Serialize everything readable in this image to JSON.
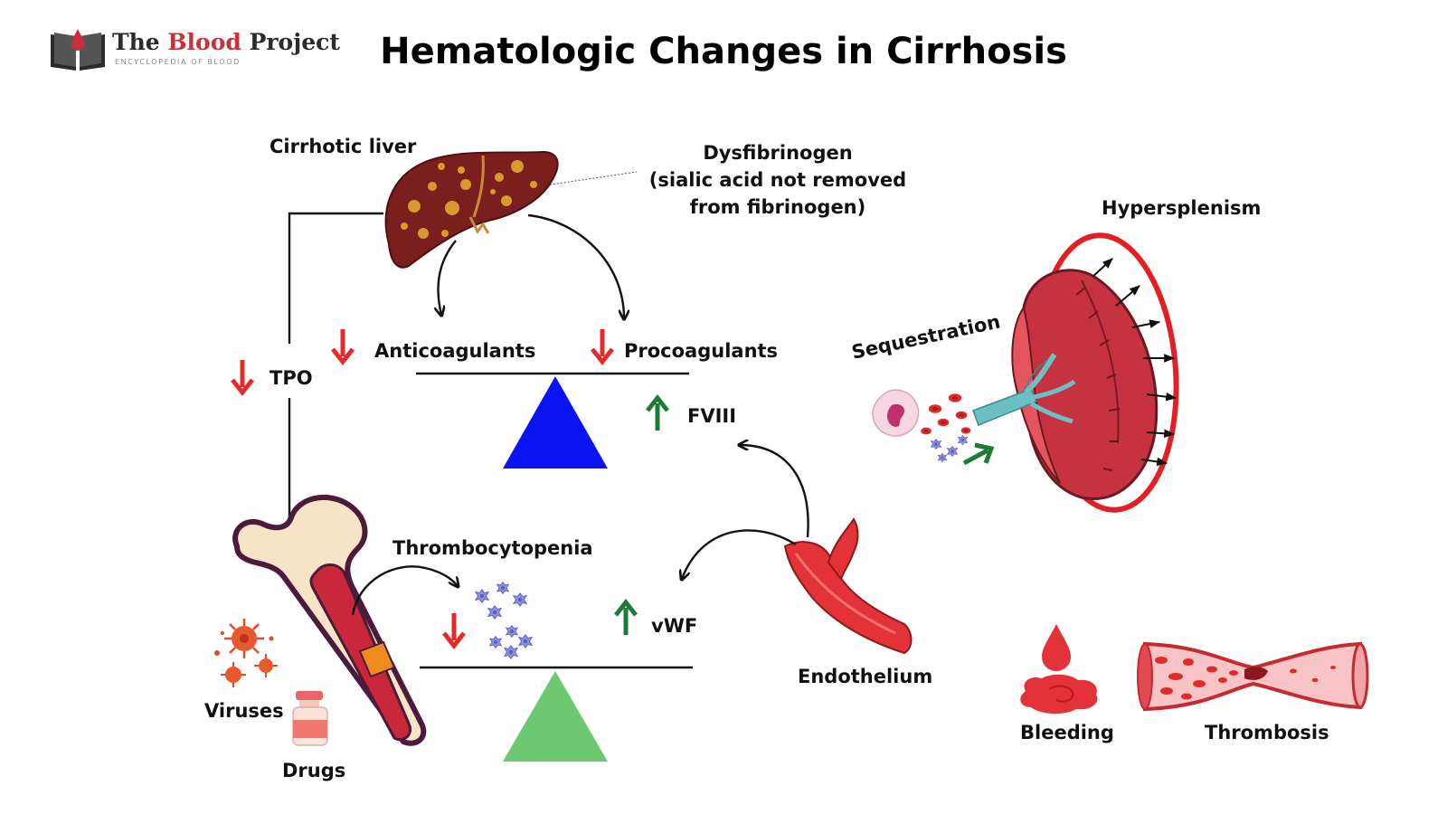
{
  "logo": {
    "name_part1": "The ",
    "name_part2": "Blood",
    "name_part3": " Project",
    "tagline": "ENCYCLOPEDIA OF BLOOD"
  },
  "title": "Hematologic Changes in Cirrhosis",
  "labels": {
    "cirrhotic_liver": "Cirrhotic liver",
    "dysfibrinogen_line1": "Dysfibrinogen",
    "dysfibrinogen_line2": "(sialic acid not removed",
    "dysfibrinogen_line3": "from fibrinogen)",
    "tpo": "TPO",
    "anticoagulants": "Anticoagulants",
    "procoagulants": "Procoagulants",
    "fviii": "FVIII",
    "thrombocytopenia": "Thrombocytopenia",
    "vwf": "vWF",
    "endothelium": "Endothelium",
    "viruses": "Viruses",
    "drugs": "Drugs",
    "hypersplenism": "Hypersplenism",
    "sequestration": "Sequestration",
    "bleeding": "Bleeding",
    "thrombosis": "Thrombosis"
  },
  "colors": {
    "decrease_arrow": "#e32b2b",
    "increase_arrow": "#1e7a35",
    "upper_fulcrum": "#0a14f0",
    "lower_fulcrum": "#6cc96f",
    "logo_accent": "#c8303a"
  },
  "icons": [
    "liver-icon",
    "spleen-icon",
    "bone-marrow-icon",
    "endothelium-vessel-icon",
    "platelet-icon",
    "virus-icon",
    "drug-vial-icon",
    "blood-drop-icon",
    "thrombosed-vessel-icon"
  ]
}
